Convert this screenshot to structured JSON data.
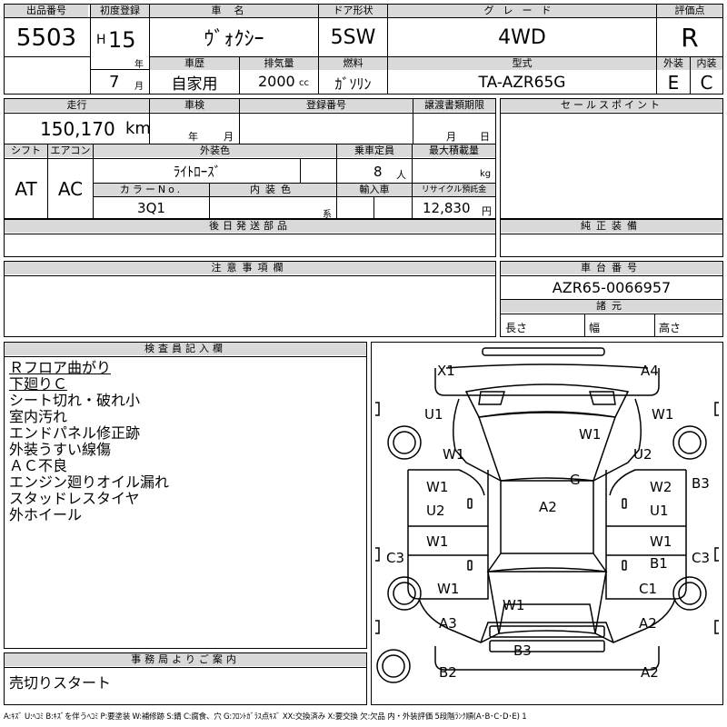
{
  "header": {
    "lot_no_label": "出品番号",
    "lot_no": "5503",
    "first_reg_label": "初度登録",
    "era": "H",
    "year": "15",
    "year_unit": "年",
    "month": "7",
    "month_unit": "月",
    "car_name_label": "車名",
    "car_name": "ｳﾞｫｸｼｰ",
    "door_label": "ドア形状",
    "door": "5SW",
    "grade_label": "グレード",
    "grade": "4WD",
    "score_label": "評価点",
    "score": "R",
    "history_label": "車歴",
    "history": "自家用",
    "displacement_label": "排気量",
    "displacement": "2000",
    "displacement_unit": "cc",
    "fuel_label": "燃料",
    "fuel": "ｶﾞｿﾘﾝ",
    "model_label": "型式",
    "model": "TA-AZR65G",
    "exterior_label": "外装",
    "exterior": "E",
    "interior_label": "内装",
    "interior": "C"
  },
  "row2": {
    "mileage_label": "走行",
    "mileage": "150,170",
    "mileage_unit": "km",
    "inspection_label": "車検",
    "insp_year_unit": "年",
    "insp_month_unit": "月",
    "reg_no_label": "登録番号",
    "transfer_label": "譲渡書類期限",
    "transfer_month": "月",
    "transfer_day": "日",
    "sales_point_label": "セールスポイント",
    "shift_label": "シフト",
    "shift": "AT",
    "ac_label": "エアコン",
    "ac": "AC",
    "ext_color_label": "外装色",
    "ext_color": "ﾗｲﾄﾛｰｽﾞ",
    "capacity_label": "乗車定員",
    "capacity": "8",
    "capacity_unit": "人",
    "load_label": "最大積載量",
    "load_unit": "kg",
    "color_no_label": "カラーNo.",
    "color_no": "3Q1",
    "int_color_label": "内装色",
    "int_color_unit": "系",
    "import_label": "輸入車",
    "recycle_label": "リサイクル預託金",
    "recycle": "12,830",
    "recycle_unit": "円",
    "later_parts_label": "後日発送部品",
    "genuine_label": "純正装備"
  },
  "notes_label": "注意事項欄",
  "chassis": {
    "label": "車台番号",
    "value": "AZR65-0066957",
    "dims_label": "諸元",
    "length": "長さ",
    "width": "幅",
    "height": "高さ"
  },
  "inspector": {
    "label": "検査員記入欄",
    "lines": [
      "Ｒフロア曲がり",
      "下廻りＣ",
      "シート切れ・破れ小",
      "室内汚れ",
      "エンドパネル修正跡",
      "外装うすい線傷",
      "ＡＣ不良",
      "エンジン廻りオイル漏れ",
      "スタッドレスタイヤ",
      "外ホイール"
    ]
  },
  "office": {
    "label": "事務局よりご案内",
    "text": "売切りスタート"
  },
  "diagram": {
    "X1": "X1",
    "A4": "A4",
    "U1a": "U1",
    "W1a": "W1",
    "W1b": "W1",
    "W1c": "W1",
    "U2a": "U2",
    "B3a": "B3",
    "W1d": "W1",
    "W2": "W2",
    "G": "G",
    "U2b": "U2",
    "U1b": "U1",
    "A2a": "A2",
    "W1e": "W1",
    "W1f": "W1",
    "B1": "B1",
    "C3a": "C3",
    "C3b": "C3",
    "W1g": "W1",
    "C1": "C1",
    "W1h": "W1",
    "A3": "A3",
    "A2b": "A2",
    "B3b": "B3",
    "B2": "B2",
    "A2c": "A2"
  },
  "footer": "A:ｷｽﾞ U:ﾍｺﾐ B:ｷｽﾞを伴うﾍｺﾐ P:要塗装 W:補修跡 S:錆 C:腐食、穴 G:ﾌﾛﾝﾄｶﾞﾗｽ点ｷｽﾞ XX:交換済み X:要交換 欠:欠品 内・外装評価 5段階ﾗﾝｸ順(A･B･C･D･E) 1"
}
